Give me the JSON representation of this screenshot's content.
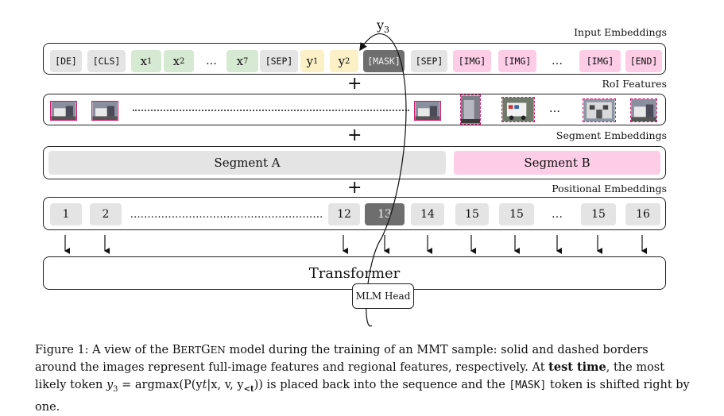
{
  "labels": {
    "y3_top": "y",
    "y3_top_sub": "3",
    "input_embeddings": "Input Embeddings",
    "roi_features": "RoI Features",
    "segment_embeddings": "Segment Embeddings",
    "positional_embeddings": "Positional Embeddings",
    "plus": "+",
    "transformer": "Transformer",
    "mlm_head": "MLM Head"
  },
  "input_tokens": [
    {
      "text": "[DE]",
      "color": "gray",
      "mono": true
    },
    {
      "text": "[CLS]",
      "color": "gray",
      "mono": true
    },
    {
      "text": "x",
      "sub": "1",
      "color": "green"
    },
    {
      "text": "x",
      "sub": "2",
      "color": "green"
    },
    {
      "text": "…",
      "color": "none"
    },
    {
      "text": "x",
      "sub": "7",
      "color": "green"
    },
    {
      "text": "[SEP]",
      "color": "gray",
      "mono": true
    },
    {
      "text": "y",
      "sub": "1",
      "color": "yellow"
    },
    {
      "text": "y",
      "sub": "2",
      "color": "yellow"
    },
    {
      "text": "[MASK]",
      "color": "dark",
      "mono": true
    },
    {
      "text": "[SEP]",
      "color": "gray",
      "mono": true
    },
    {
      "text": "[IMG]",
      "color": "pink",
      "mono": true
    },
    {
      "text": "[IMG]",
      "color": "pink",
      "mono": true
    },
    {
      "text": "…",
      "color": "none"
    },
    {
      "text": "[IMG]",
      "color": "pink",
      "mono": true
    },
    {
      "text": "[END]",
      "color": "pink",
      "mono": true
    }
  ],
  "segments": {
    "a": "Segment A",
    "b": "Segment B"
  },
  "positions": [
    "1",
    "2",
    "…",
    "12",
    "13",
    "14",
    "15",
    "15",
    "…",
    "15",
    "16"
  ],
  "roi_ellipsis": "…",
  "caption": {
    "p1": "Figure 1: A view of the ",
    "model_b": "B",
    "model_ert": "ERT",
    "model_g": "G",
    "model_en": "EN",
    "p2": " model during the training of an MMT sample: solid and dashed borders around the images represent full-image features and regional features, respectively. At ",
    "bold": "test time",
    "p3": ", the most likely token ",
    "formula": "y",
    "formula_sub": "3",
    "formula_rest": " = argmax(P(y",
    "formula_t": "t",
    "formula_given": "|x, v, y",
    "formula_lt": "<t",
    "formula_end": "))",
    "p4": " is placed back into the sequence and the ",
    "mask": "[MASK]",
    "p5": " token is shifted right by one."
  }
}
